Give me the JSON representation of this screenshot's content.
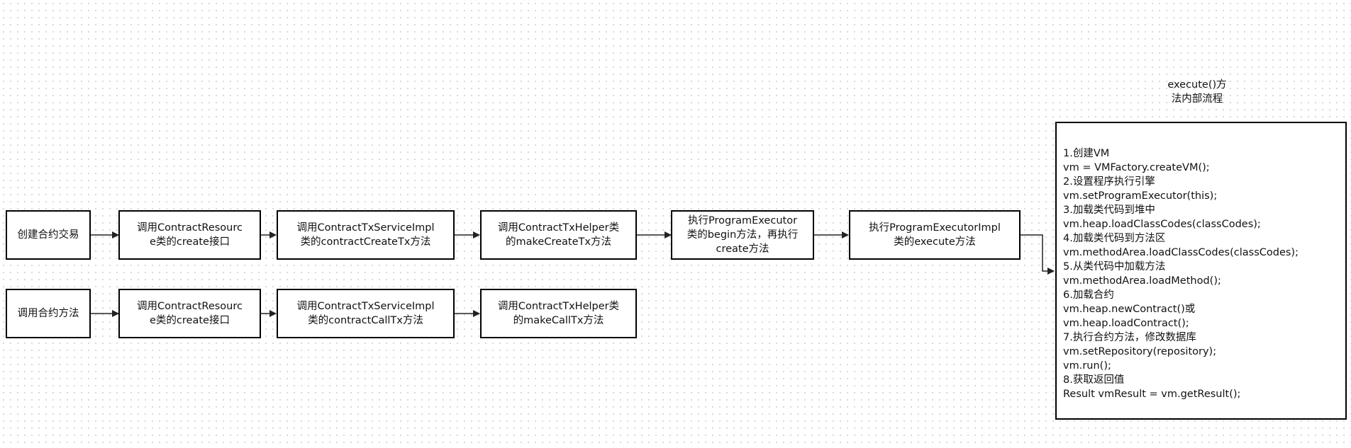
{
  "create_flow": {
    "start": "创建合约交易",
    "step1": "调用ContractResourc\ne类的create接口",
    "step2": "调用ContractTxServiceImpl\n类的contractCreateTx方法",
    "step3": "调用ContractTxHelper类\n的makeCreateTx方法",
    "step4": "执行ProgramExecutor\n类的begin方法，再执行\ncreate方法",
    "step5": "执行ProgramExecutorImpl\n类的execute方法"
  },
  "call_flow": {
    "start": "调用合约方法",
    "step1": "调用ContractResourc\ne类的create接口",
    "step2": "调用ContractTxServiceImpl\n类的contractCallTx方法",
    "step3": "调用ContractTxHelper类\n的makeCallTx方法"
  },
  "execute_caption": "execute()方\n法内部流程",
  "execute_steps": [
    "1.创建VM",
    "vm = VMFactory.createVM();",
    "2.设置程序执行引擎",
    "vm.setProgramExecutor(this);",
    "3.加载类代码到堆中",
    "vm.heap.loadClassCodes(classCodes);",
    "4.加载类代码到方法区",
    "vm.methodArea.loadClassCodes(classCodes);",
    "5.从类代码中加载方法",
    "vm.methodArea.loadMethod();",
    "6.加载合约",
    "vm.heap.newContract()或",
    "vm.heap.loadContract();",
    "7.执行合约方法，修改数据库",
    "vm.setRepository(repository);",
    "vm.run();",
    "8.获取返回值",
    "Result vmResult = vm.getResult();"
  ]
}
